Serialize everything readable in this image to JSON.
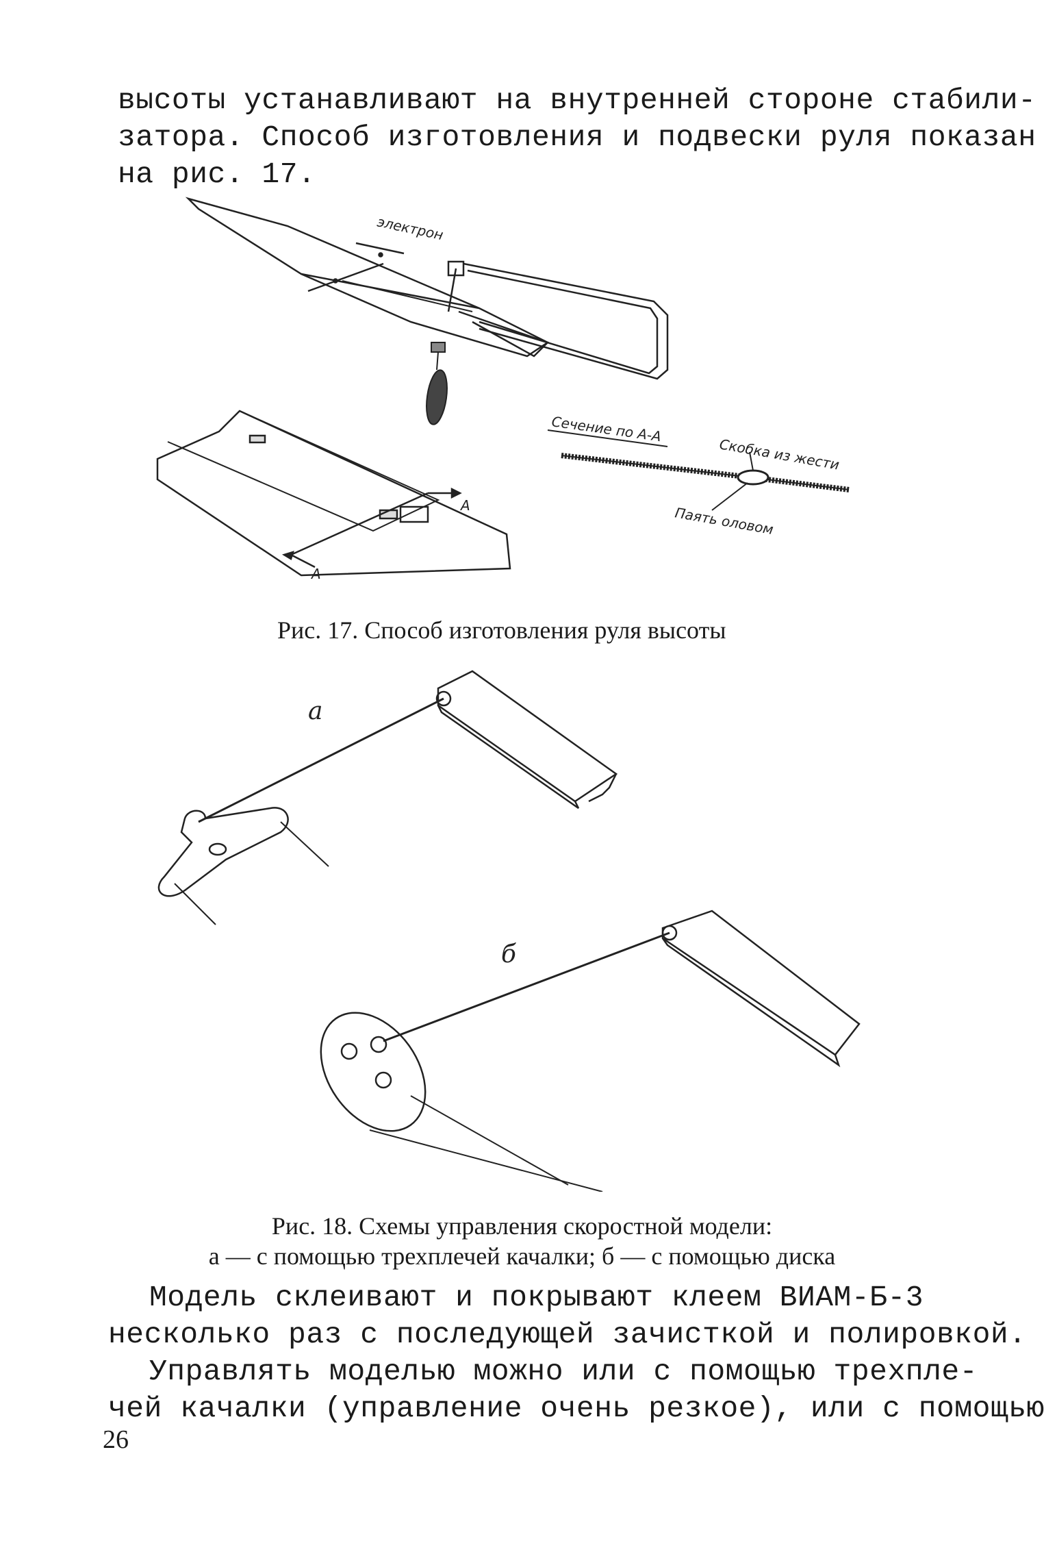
{
  "top_paragraph": {
    "lines": [
      "высоты устанавливают на внутренней стороне стабили-",
      "затора. Способ изготовления и подвески руля показан",
      "на рис. 17."
    ]
  },
  "figure17": {
    "label_top": "электрон",
    "section_label": "Сечение по А-А",
    "bracket_label": "Скобка из жести",
    "solder_label": "Паять оловом",
    "arrow_label_1": "А",
    "arrow_label_2": "А",
    "caption": "Рис. 17. Способ изготовления руля высоты"
  },
  "figure18": {
    "label_a": "а",
    "label_b": "б",
    "caption_line1": "Рис. 18. Схемы управления скоростной модели:",
    "caption_line2": "а — с помощью трехплечей качалки; б — с помощью диска"
  },
  "bottom_paragraphs": {
    "p1_lines": [
      "Модель склеивают и покрывают клеем  ВИАМ-Б-3",
      "несколько раз с последующей зачисткой и полировкой."
    ],
    "p2_lines": [
      "Управлять моделью можно или с помощью трехпле-",
      "чей качалки (управление очень резкое), или с помощью"
    ]
  },
  "page_number": "26"
}
